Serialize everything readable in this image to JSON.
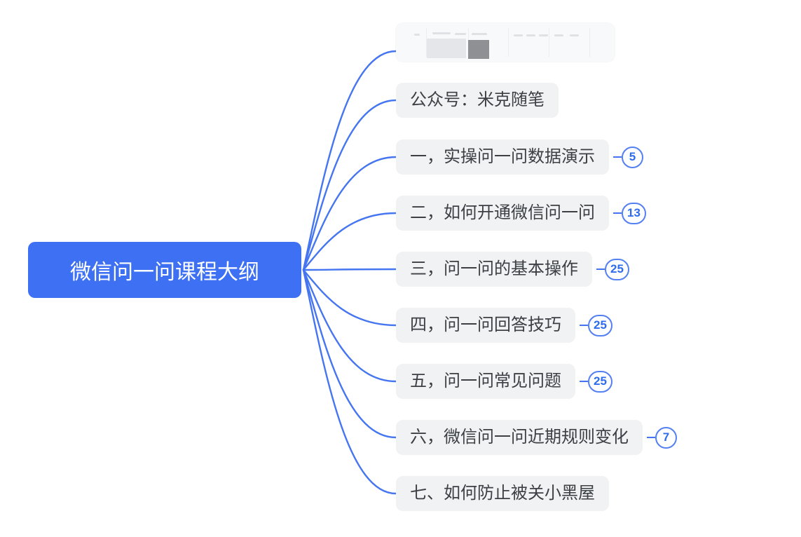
{
  "root": {
    "label": "微信问一问课程大纲"
  },
  "rows": [
    {
      "type": "image",
      "image_name": "embedded-thumbnail-screenshot"
    },
    {
      "type": "text",
      "label": "公众号：米克随笔"
    },
    {
      "type": "text",
      "label": "一，实操问一问数据演示",
      "badge": "5"
    },
    {
      "type": "text",
      "label": "二，如何开通微信问一问",
      "badge": "13"
    },
    {
      "type": "text",
      "label": "三，问一问的基本操作",
      "badge": "25"
    },
    {
      "type": "text",
      "label": "四，问一问回答技巧",
      "badge": "25"
    },
    {
      "type": "text",
      "label": "五，问一问常见问题",
      "badge": "25"
    },
    {
      "type": "text",
      "label": "六，微信问一问近期规则变化",
      "badge": "7"
    },
    {
      "type": "text",
      "label": "七、如何防止被关小黑屋"
    }
  ],
  "colors": {
    "root_bg": "#3e70f4",
    "root_text": "#ffffff",
    "branch_line": "#4575f0",
    "node_bg": "#f1f2f4",
    "node_text": "#3c4045",
    "badge_border": "#5580f2",
    "badge_text": "#2f6bef"
  }
}
